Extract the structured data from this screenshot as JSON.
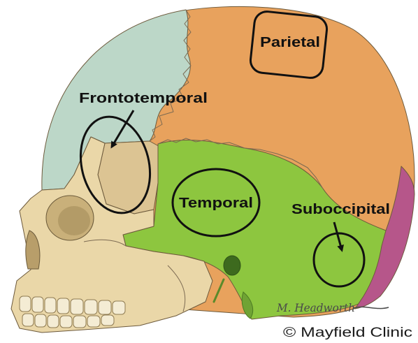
{
  "figure": {
    "labels": {
      "parietal": "Parietal",
      "frontotemporal": "Frontotemporal",
      "temporal": "Temporal",
      "suboccipital": "Suboccipital"
    },
    "signature": "M. Headworth",
    "credit": "© Mayfield Clinic"
  },
  "colors": {
    "background": "#ffffff",
    "frontal": "#bcd7c8",
    "parietal": "#e8a25d",
    "temporal": "#8dc63f",
    "occipital": "#b6568a",
    "facial": "#ead7a8",
    "sphenoid": "#dcc493",
    "annotation": "#111111"
  }
}
